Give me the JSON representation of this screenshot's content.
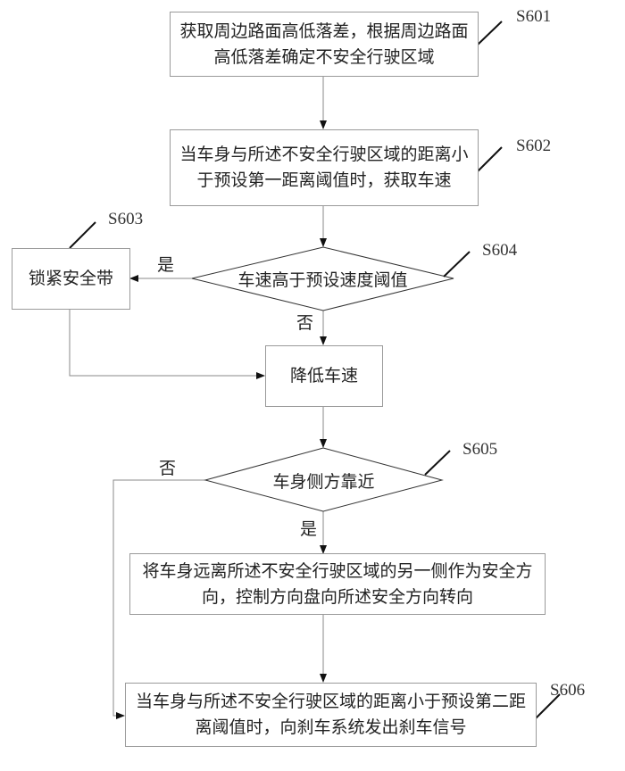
{
  "steps": {
    "s601": {
      "id": "S601",
      "text": "获取周边路面高低落差，根据周边路面高低落差确定不安全行驶区域"
    },
    "s602": {
      "id": "S602",
      "text": "当车身与所述不安全行驶区域的距离小于预设第一距离阈值时，获取车速"
    },
    "s603": {
      "id": "S603",
      "text": "锁紧安全带"
    },
    "s604": {
      "id": "S604",
      "text": "车速高于预设速度阈值"
    },
    "reduce": {
      "text": "降低车速"
    },
    "s605": {
      "id": "S605",
      "text": "车身侧方靠近"
    },
    "steer": {
      "text": "将车身远离所述不安全行驶区域的另一侧作为安全方向，控制方向盘向所述安全方向转向"
    },
    "s606": {
      "id": "S606",
      "text": "当车身与所述不安全行驶区域的距离小于预设第二距离阈值时，向刹车系统发出刹车信号"
    }
  },
  "branches": {
    "s604_yes": "是",
    "s604_no": "否",
    "s605_no": "否",
    "s605_yes": "是"
  }
}
